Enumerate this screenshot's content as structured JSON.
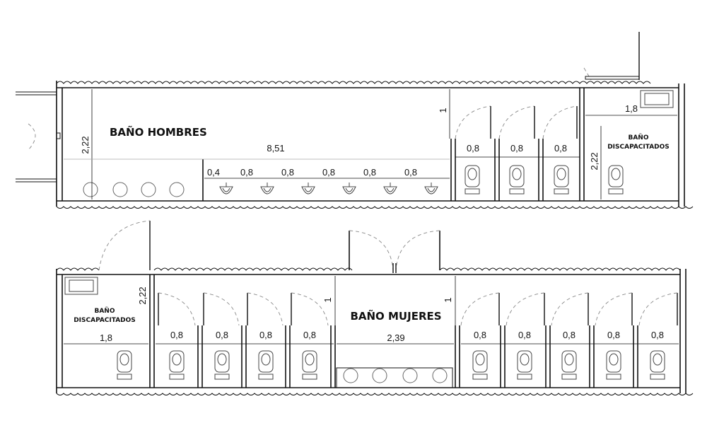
{
  "rooms": {
    "men_title": "BAÑO HOMBRES",
    "women_title": "BAÑO MUJERES",
    "accessible_top_line1": "BAÑO",
    "accessible_top_line2": "DISCAPACITADOS",
    "accessible_bottom_line1": "BAÑO",
    "accessible_bottom_line2": "DISCAPACITADOS"
  },
  "dimensions_top": {
    "height_left": "2,22",
    "length": "8,51",
    "door_depth": "1",
    "urinal_first": "0,4",
    "urinals": [
      "0,8",
      "0,8",
      "0,8",
      "0,8",
      "0,8"
    ],
    "stalls": [
      "0,8",
      "0,8",
      "0,8"
    ],
    "accessible_width": "1,8",
    "accessible_height": "2,22"
  },
  "dimensions_bottom": {
    "height_left": "2,22",
    "accessible_width": "1,8",
    "stalls_left": [
      "0,8",
      "0,8",
      "0,8",
      "0,8"
    ],
    "door_depth_left": "1",
    "corridor": "2,39",
    "door_depth_right": "1",
    "stalls_right": [
      "0,8",
      "0,8",
      "0,8",
      "0,8",
      "0,8"
    ]
  },
  "colors": {
    "line": "#111111",
    "hidden_line": "#888888",
    "background": "#ffffff"
  }
}
